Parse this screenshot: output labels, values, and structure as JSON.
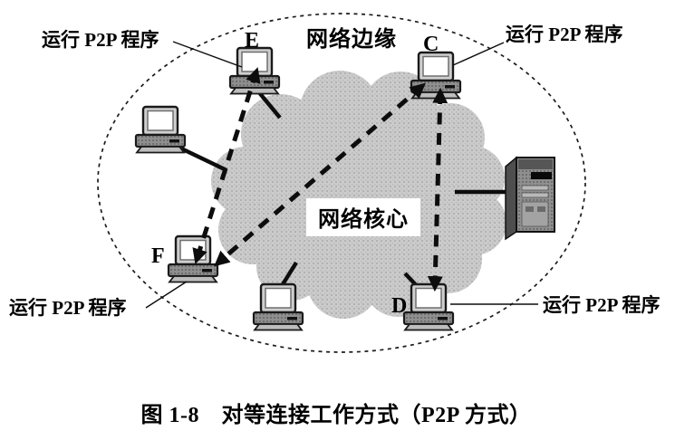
{
  "figure": {
    "caption": "图 1-8　对等连接工作方式（P2P 方式）",
    "regions": {
      "edge_label": "网络边缘",
      "core_label": "网络核心"
    },
    "nodes": [
      {
        "id": "E",
        "label": "E",
        "runs_p2p": true
      },
      {
        "id": "C",
        "label": "C",
        "runs_p2p": true
      },
      {
        "id": "F",
        "label": "F",
        "runs_p2p": true
      },
      {
        "id": "D",
        "label": "D",
        "runs_p2p": true
      }
    ],
    "annotations": {
      "e": "运行 P2P 程序",
      "c": "运行 P2P 程序",
      "f": "运行 P2P 程序",
      "d": "运行 P2P 程序"
    },
    "p2p_links": [
      {
        "from": "E",
        "to": "F",
        "style": "dashed-double-arrow"
      },
      {
        "from": "C",
        "to": "F",
        "style": "dashed-double-arrow"
      },
      {
        "from": "C",
        "to": "D",
        "style": "dashed-double-arrow"
      }
    ],
    "other_devices": [
      {
        "id": "workstation-left",
        "type": "computer"
      },
      {
        "id": "workstation-bottom",
        "type": "computer"
      },
      {
        "id": "server-right",
        "type": "server-tower"
      }
    ],
    "colors": {
      "ink": "#000000",
      "cloud": "#c8c8c8",
      "paper": "#ffffff"
    }
  }
}
